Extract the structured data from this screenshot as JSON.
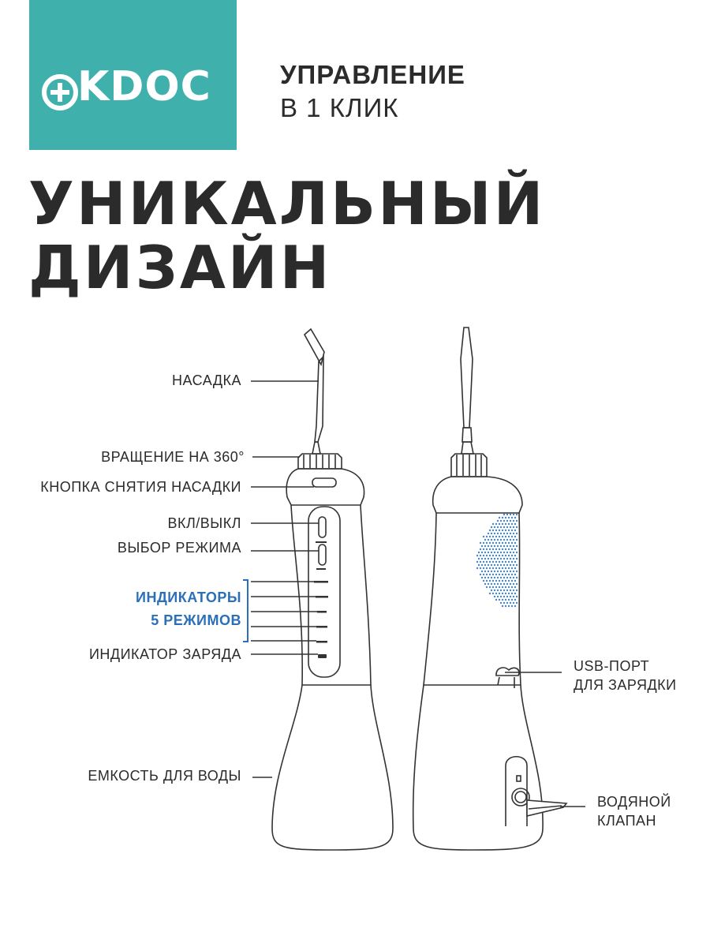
{
  "brand": {
    "logo_text": "KDOC",
    "accent": "#3fb0ac"
  },
  "tagline": {
    "line1": "УПРАВЛЕНИЕ",
    "line2": "В 1 КЛИК"
  },
  "headline": {
    "line1": "УНИКАЛЬНЫЙ",
    "line2": "ДИЗАЙН"
  },
  "labels": {
    "nozzle": "НАСАДКА",
    "rotation": "ВРАЩЕНИЕ НА 360°",
    "nozzle_release": "КНОПКА СНЯТИЯ НАСАДКИ",
    "power": "ВКЛ/ВЫКЛ",
    "mode_select": "ВЫБОР РЕЖИМА",
    "indicators_line1": "ИНДИКАТОРЫ",
    "indicators_line2": "5 РЕЖИМОВ",
    "charge_indicator": "ИНДИКАТОР ЗАРЯДА",
    "water_tank": "ЕМКОСТЬ ДЛЯ ВОДЫ",
    "usb_line1": "USB-ПОРТ",
    "usb_line2": "ДЛЯ ЗАРЯДКИ",
    "valve_line1": "ВОДЯНОЙ",
    "valve_line2": "КЛАПАН"
  },
  "colors": {
    "indicator_label": "#2a6fb8",
    "text": "#2b2b2b",
    "line": "#333333"
  }
}
